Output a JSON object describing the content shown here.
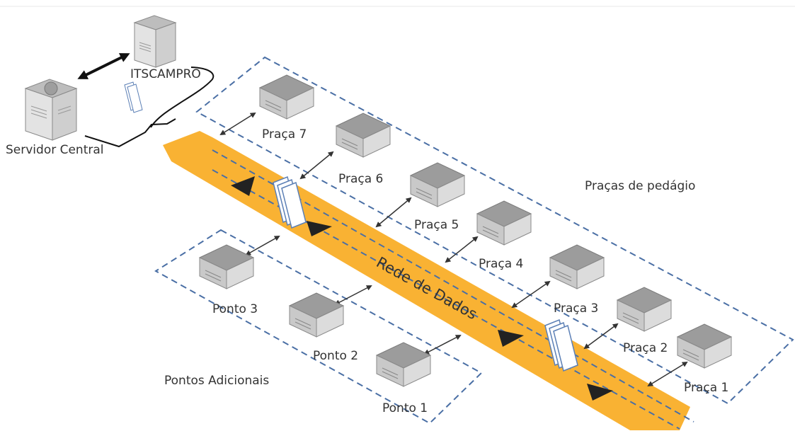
{
  "labels": {
    "itscampro": "ITSCAMPRO",
    "central_server": "Servidor Central",
    "network": "Rede de Dados",
    "plazas_group": "Praças de pedágio",
    "extra_group": "Pontos Adicionais"
  },
  "plazas": [
    "Praça 7",
    "Praça 6",
    "Praça 5",
    "Praça 4",
    "Praça 3",
    "Praça 2",
    "Praça 1"
  ],
  "points": [
    "Ponto 3",
    "Ponto 2",
    "Ponto 1"
  ],
  "colors": {
    "network": "#F9B233",
    "dashed_group": "#4A6FA5",
    "device_top": "#9E9E9E",
    "device_front": "#C8C8C8",
    "arrow": "#333333",
    "text": "#333333"
  }
}
